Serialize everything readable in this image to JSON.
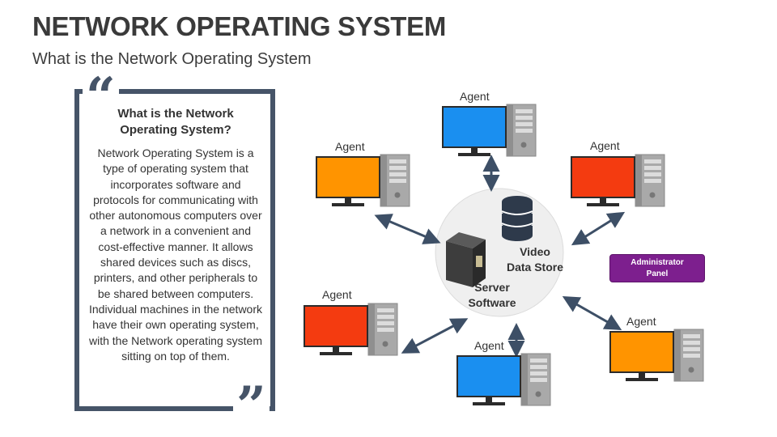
{
  "header": {
    "title": "NETWORK OPERATING SYSTEM",
    "subtitle": "What is the Network Operating System"
  },
  "quote": {
    "heading_line1": "What is the Network",
    "heading_line2": "Operating System?",
    "body": "Network Operating System is a type of operating system that incorporates software and protocols for communicating with other autonomous computers over a network in a convenient and cost-effective manner. It allows shared devices such as discs, printers, and other peripherals to be shared between computers. Individual machines in the network have their own operating system, with the Network operating system sitting on top of them.",
    "open_mark": "“",
    "close_mark": "”"
  },
  "diagram": {
    "hub": {
      "server_line1": "Server",
      "server_line2": "Software",
      "store_line1": "Video",
      "store_line2": "Data Store"
    },
    "agents": [
      {
        "label": "Agent",
        "screen_color": "#1a8ff0"
      },
      {
        "label": "Agent",
        "screen_color": "#ff9400"
      },
      {
        "label": "Agent",
        "screen_color": "#f43b10"
      },
      {
        "label": "Agent",
        "screen_color": "#f43b10"
      },
      {
        "label": "Agent",
        "screen_color": "#1a8ff0"
      },
      {
        "label": "Agent",
        "screen_color": "#ff9400"
      }
    ],
    "admin_panel": {
      "line1": "Administrator",
      "line2": "Panel",
      "color": "#7d1f8e"
    },
    "colors": {
      "frame": "#465468",
      "arrow": "#3d4f66",
      "hub_fill": "#efefef"
    }
  }
}
